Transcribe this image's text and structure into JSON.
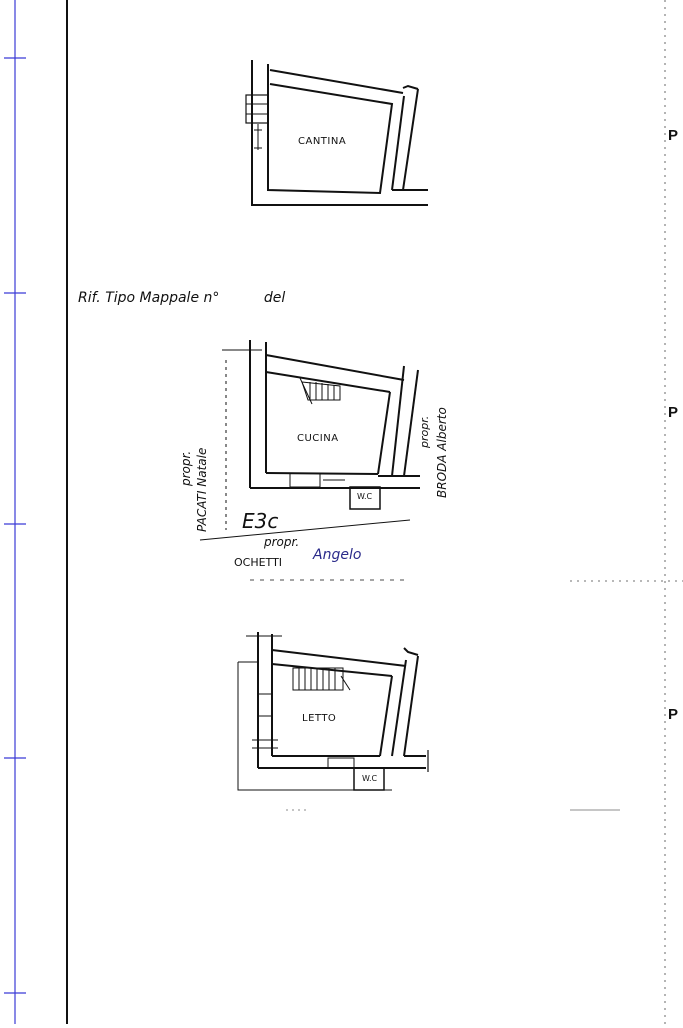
{
  "colors": {
    "margin_line": "#3b3bd6",
    "ink": "#111111",
    "pen_blue": "#2a2a8a"
  },
  "rooms": {
    "cantina": "CANTINA",
    "cucina": "CUCINA",
    "letto": "LETTO"
  },
  "wc_label": "W.C",
  "reference": "Rif. Tipo Mappale n°          del",
  "neighbors": {
    "left_prefix": "propr.",
    "left_name": "PACATI Natale",
    "right_prefix": "propr.",
    "right_name": "BRODA Alberto",
    "bottom_code": "E3c",
    "bottom_prefix": "propr.",
    "bottom_name": "OCHETTI",
    "bottom_name_blue": "Angelo"
  },
  "edge_marks": [
    "P",
    "P",
    "P"
  ]
}
